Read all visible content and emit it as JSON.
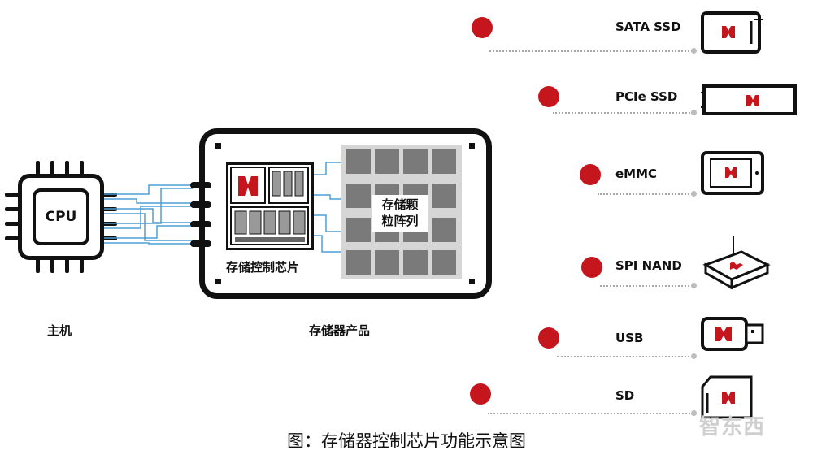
{
  "host": {
    "cpu_label": "CPU",
    "caption": "主机"
  },
  "product": {
    "controller_label": "存储控制芯片",
    "array_label_line1": "存储颗",
    "array_label_line2": "粒阵列",
    "caption": "存储器产品"
  },
  "devices": [
    {
      "label": "SATA SSD",
      "icon": "sata-ssd-icon"
    },
    {
      "label": "PCIe SSD",
      "icon": "pcie-ssd-icon"
    },
    {
      "label": "eMMC",
      "icon": "emmc-icon"
    },
    {
      "label": "SPI NAND",
      "icon": "spi-nand-icon"
    },
    {
      "label": "USB",
      "icon": "usb-icon"
    },
    {
      "label": "SD",
      "icon": "sd-card-icon"
    }
  ],
  "colors": {
    "accent": "#c4161c",
    "line": "#4a9fd6",
    "array": "#7a7a7a"
  },
  "figure_caption": "图：存储器控制芯片功能示意图",
  "watermark": "智东西"
}
